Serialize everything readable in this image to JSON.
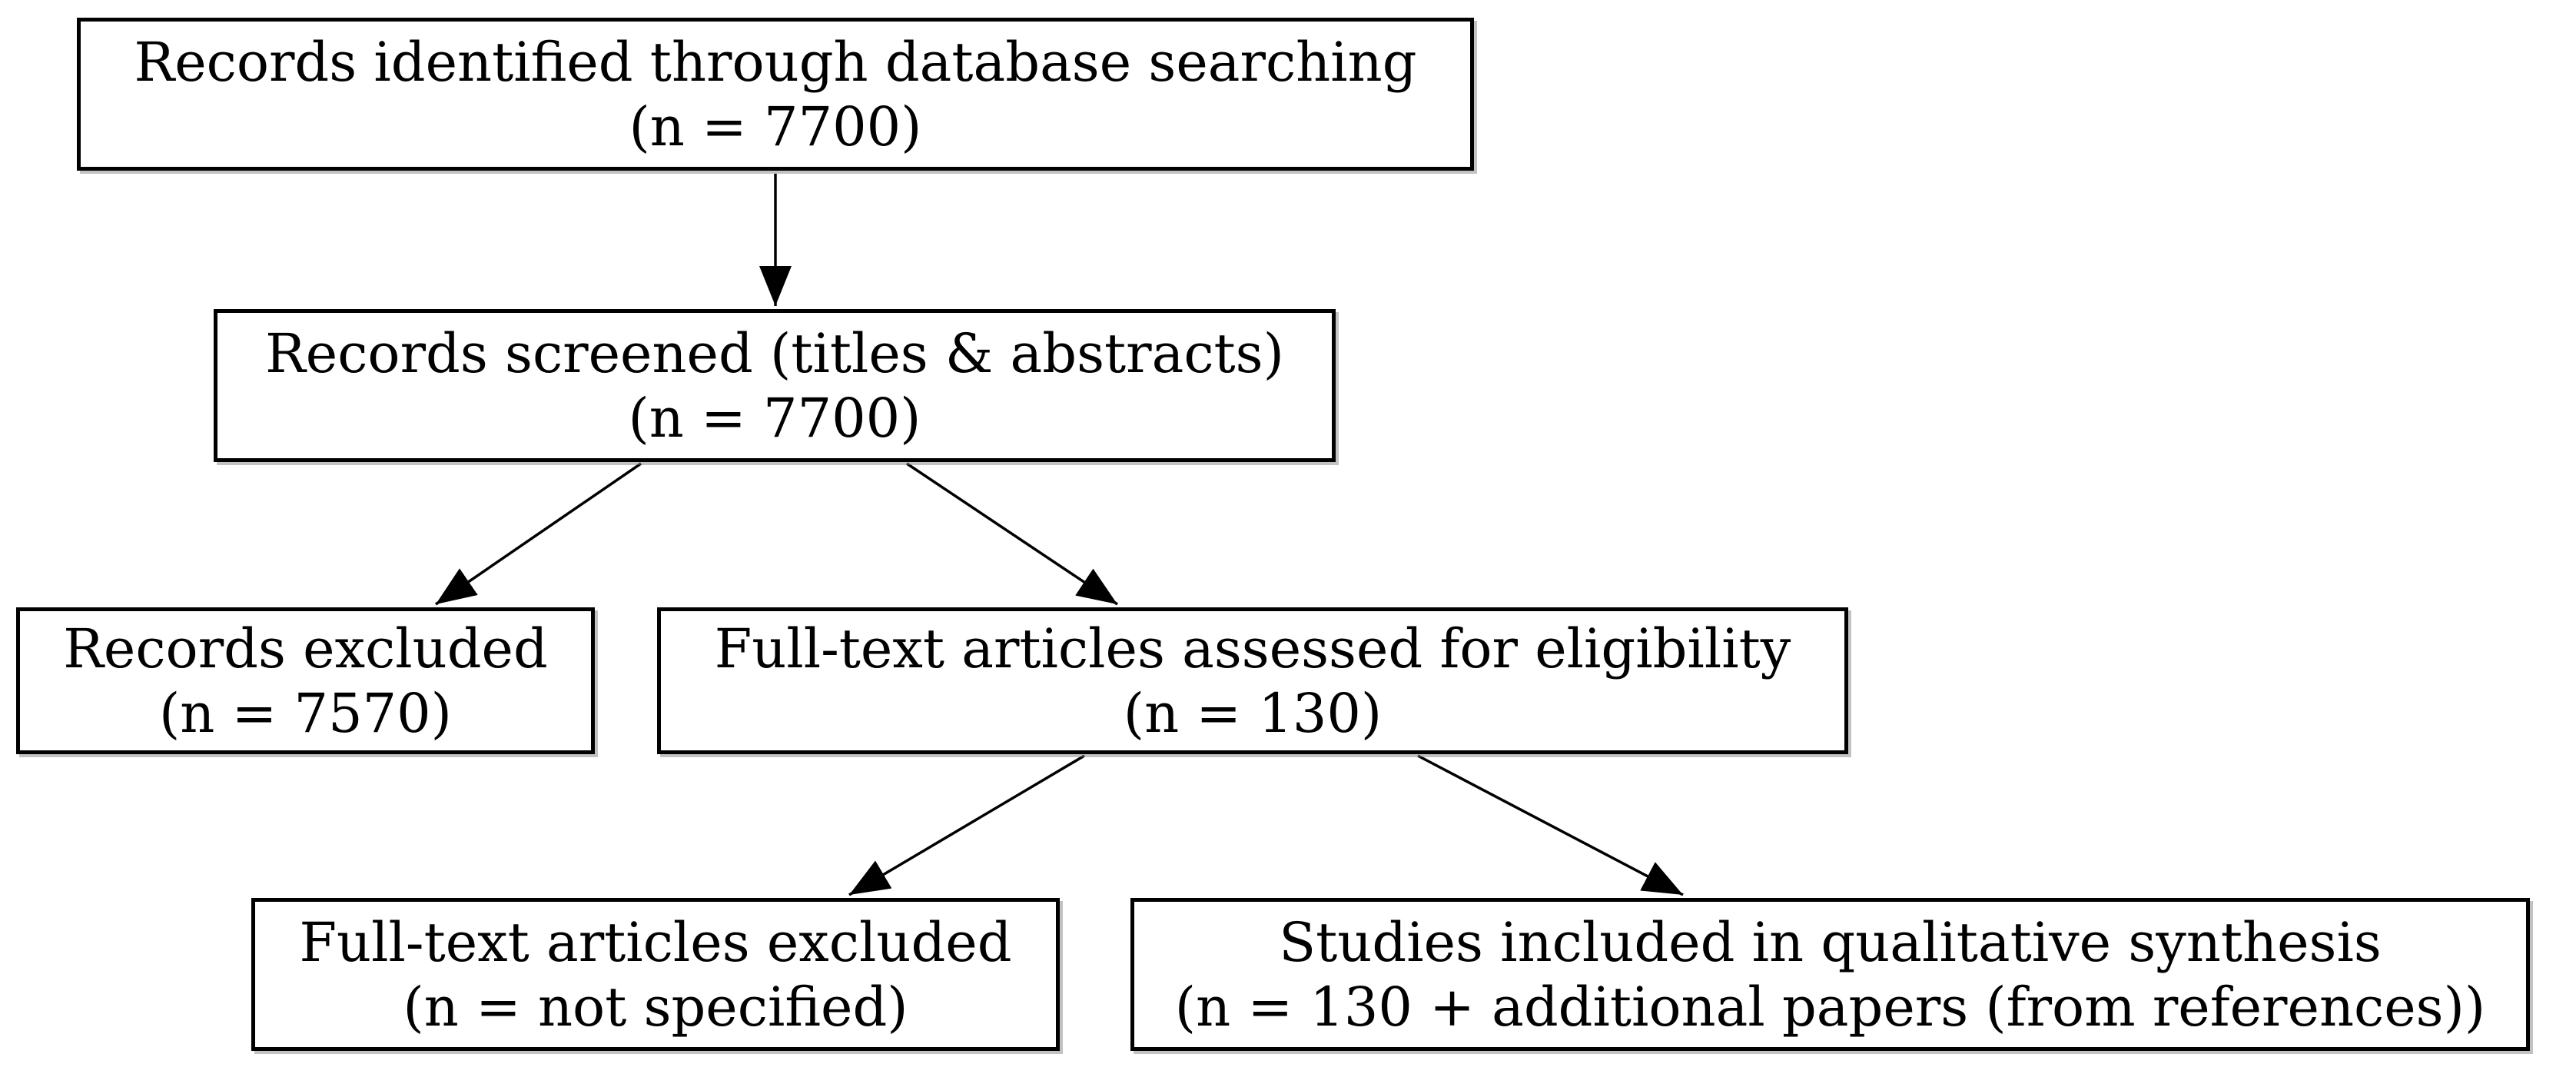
{
  "diagram": {
    "type": "flowchart",
    "background_color": "#ffffff",
    "node_style": {
      "fill": "#ffffff",
      "border_color": "#000000",
      "text_color": "#000000"
    },
    "arrow_color": "#000000",
    "nodes": {
      "identified": {
        "label": "Records identified through database searching",
        "count": "(n = 7700)"
      },
      "screened": {
        "label": "Records screened (titles & abstracts)",
        "count": "(n = 7700)"
      },
      "records_excluded": {
        "label": "Records excluded",
        "count": "(n = 7570)"
      },
      "fulltext_assessed": {
        "label": "Full-text articles assessed for eligibility",
        "count": "(n = 130)"
      },
      "fulltext_excluded": {
        "label": "Full-text articles excluded",
        "count": "(n = not specified)"
      },
      "included": {
        "label": "Studies included in qualitative synthesis",
        "count": "(n = 130 + additional papers (from references))"
      }
    },
    "edges": [
      {
        "from": "identified",
        "to": "screened"
      },
      {
        "from": "screened",
        "to": "records_excluded"
      },
      {
        "from": "screened",
        "to": "fulltext_assessed"
      },
      {
        "from": "fulltext_assessed",
        "to": "fulltext_excluded"
      },
      {
        "from": "fulltext_assessed",
        "to": "included"
      }
    ]
  }
}
